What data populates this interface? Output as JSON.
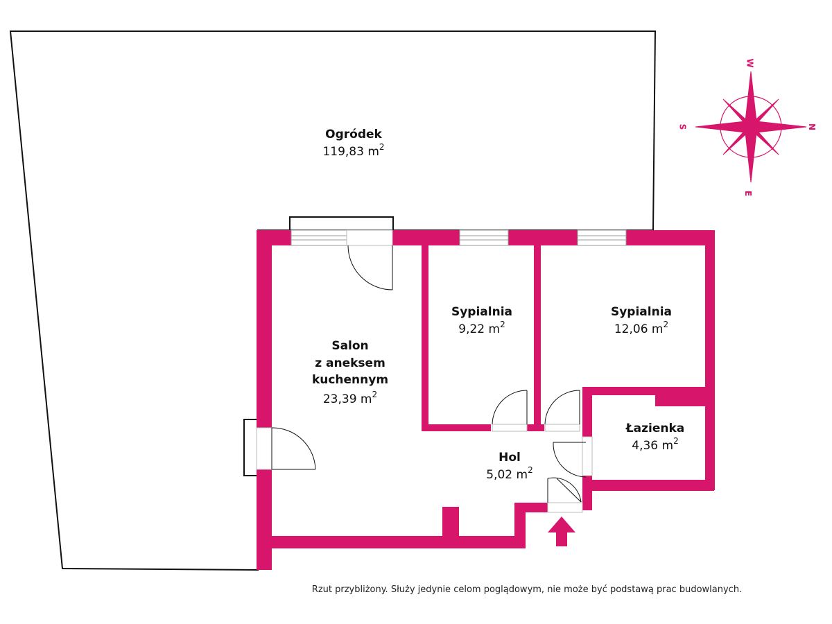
{
  "colors": {
    "wall": "#d6156b",
    "outline": "#111111",
    "background": "#ffffff"
  },
  "compass": {
    "north": "N",
    "south": "S",
    "west": "W",
    "east": "E"
  },
  "rooms": [
    {
      "id": "garden",
      "name": "Ogródek",
      "area": "119,83 m",
      "unit_sup": "2"
    },
    {
      "id": "living",
      "name_lines": [
        "Salon",
        "z aneksem",
        "kuchennym"
      ],
      "area": "23,39 m",
      "unit_sup": "2"
    },
    {
      "id": "bedroom1",
      "name": "Sypialnia",
      "area": "9,22 m",
      "unit_sup": "2"
    },
    {
      "id": "bedroom2",
      "name": "Sypialnia",
      "area": "12,06 m",
      "unit_sup": "2"
    },
    {
      "id": "bathroom",
      "name": "Łazienka",
      "area": "4,36 m",
      "unit_sup": "2"
    },
    {
      "id": "hall",
      "name": "Hol",
      "area": "5,02 m",
      "unit_sup": "2"
    }
  ],
  "note": "Rzut przybliżony. Służy jedynie celom poglądowym, nie może być podstawą prac budowlanych."
}
